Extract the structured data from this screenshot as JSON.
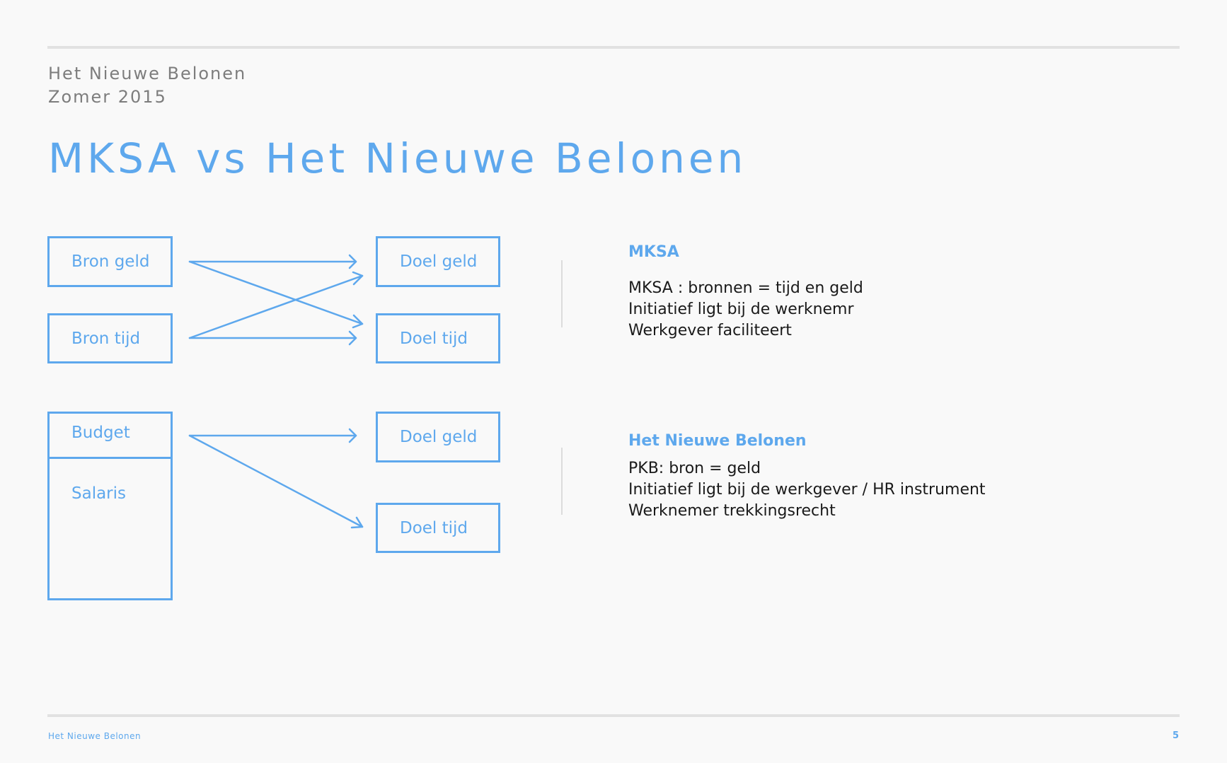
{
  "header": {
    "subtitle_line1": "Het Nieuwe Belonen",
    "subtitle_line2": "Zomer 2015",
    "title": "MKSA vs Het Nieuwe Belonen"
  },
  "diagram": {
    "mksa": {
      "sources": [
        "Bron geld",
        "Bron tijd"
      ],
      "targets": [
        "Doel geld",
        "Doel tijd"
      ],
      "connections": [
        {
          "from": "Bron geld",
          "to": "Doel geld"
        },
        {
          "from": "Bron geld",
          "to": "Doel tijd"
        },
        {
          "from": "Bron tijd",
          "to": "Doel geld"
        },
        {
          "from": "Bron tijd",
          "to": "Doel tijd"
        }
      ]
    },
    "hnb": {
      "source_header": "Budget",
      "source_body": "Salaris",
      "targets": [
        "Doel geld",
        "Doel tijd"
      ],
      "connections": [
        {
          "from": "Budget",
          "to": "Doel geld"
        },
        {
          "from": "Budget",
          "to": "Doel tijd"
        }
      ]
    }
  },
  "sections": {
    "mksa": {
      "heading": "MKSA",
      "lines": [
        "MKSA : bronnen = tijd en geld",
        "Initiatief ligt bij de werknemr",
        "Werkgever faciliteert"
      ]
    },
    "hnb": {
      "heading": "Het Nieuwe Belonen",
      "lines": [
        "PKB: bron = geld",
        "Initiatief ligt bij de werkgever / HR instrument",
        "Werknemer trekkingsrecht"
      ]
    }
  },
  "footer": {
    "left": "Het Nieuwe Belonen",
    "page_number": "5"
  },
  "colors": {
    "accent": "#5ea8ed",
    "text": "#1a1a1a",
    "muted": "#7d7d7d",
    "rule": "#e2e2e2",
    "background": "#f9f9f9"
  }
}
